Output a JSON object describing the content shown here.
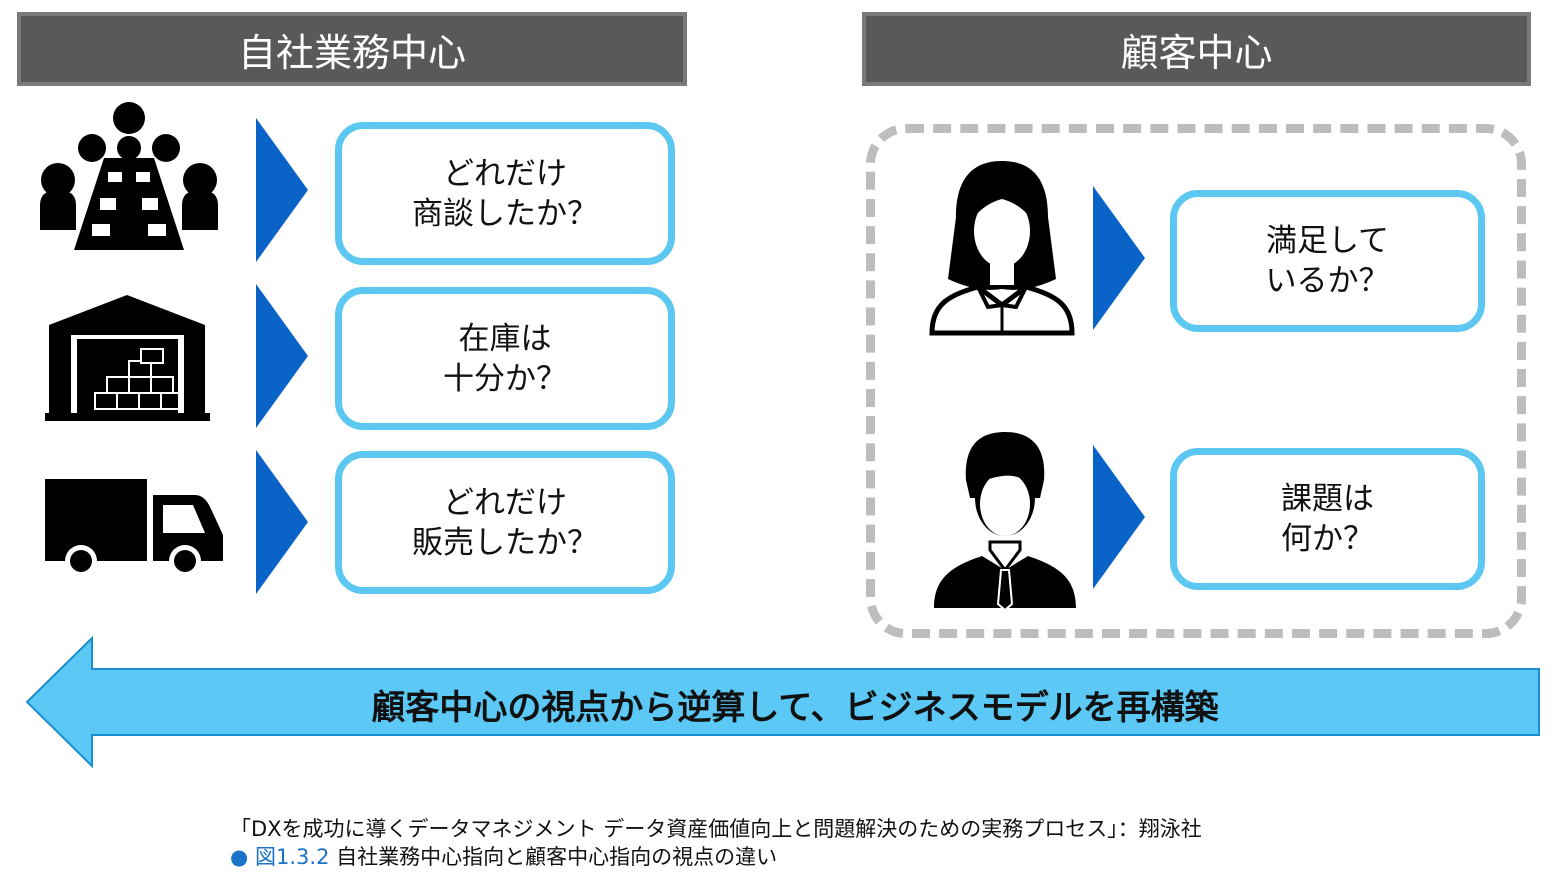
{
  "headers": {
    "left": "自社業務中心",
    "right": "顧客中心"
  },
  "left_items": [
    {
      "icon": "meeting-icon",
      "line1": "どれだけ",
      "line2": "商談したか？"
    },
    {
      "icon": "warehouse-icon",
      "line1": "在庫は",
      "line2": "十分か？"
    },
    {
      "icon": "truck-icon",
      "line1": "どれだけ",
      "line2": "販売したか？"
    }
  ],
  "right_items": [
    {
      "icon": "woman-icon",
      "line1": "満足して",
      "line2": "いるか？"
    },
    {
      "icon": "man-icon",
      "line1": "課題は",
      "line2": "何か？"
    }
  ],
  "arrow_text": "顧客中心の視点から逆算して、ビジネスモデルを再構築",
  "caption": {
    "source": "「DXを成功に導くデータマネジメント データ資産価値向上と問題解決のための実務プロセス」：翔泳社",
    "bullet": "●",
    "figure_no": "図1.3.2",
    "figure_title": "自社業務中心指向と顧客中心指向の視点の違い"
  },
  "colors": {
    "header_bg": "#595959",
    "box_border": "#5cc8f2",
    "triangle": "#0a64c8",
    "arrow": "#5bc8f5"
  }
}
